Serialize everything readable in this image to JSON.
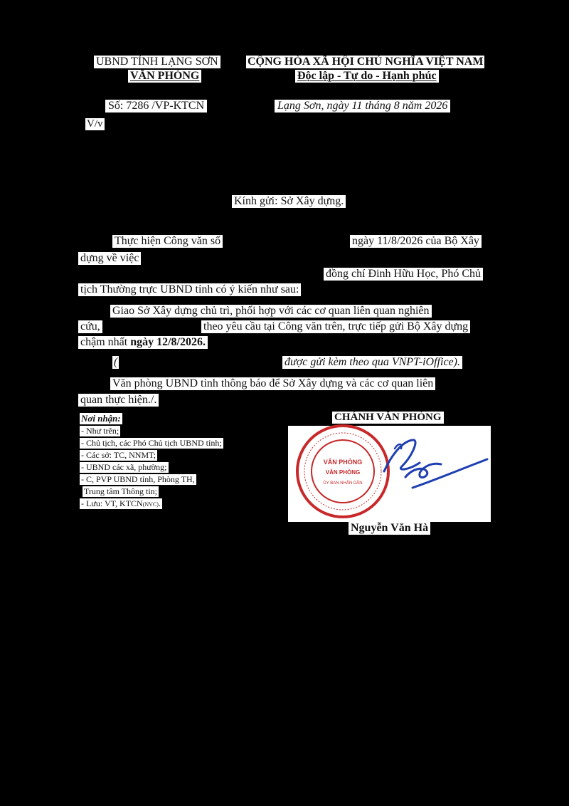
{
  "header": {
    "agency_line1": "UBND TỈNH LẠNG SƠN",
    "agency_line2": "VĂN PHÒNG",
    "nation_line1": "CỘNG HÒA XÃ HỘI CHỦ NGHĨA VIỆT NAM",
    "nation_line2": "Độc lập - Tự do - Hạnh phúc",
    "doc_number": "Số: 7286  /VP-KTCN",
    "place_date": "Lạng Sơn, ngày  11 tháng 8 năm 2026",
    "subject_prefix": "V/v"
  },
  "recipient": "Kính gửi: Sở Xây dựng.",
  "body": {
    "p1_l1_a": "Thực hiện Công văn số",
    "p1_l1_b": "ngày 11/8/2026 của Bộ Xây",
    "p1_l2": "dựng về việc",
    "p1_l3": "đồng chí Đinh Hữu Học, Phó Chủ",
    "p1_l4": "tịch Thường trực UBND tỉnh có ý kiến như sau:",
    "p2_l1": "Giao Sở Xây dựng chủ trì, phối hợp với các cơ quan liên quan nghiên",
    "p2_l2_a": "cứu,",
    "p2_l2_b": "theo yêu cầu tại Công văn trên, trực tiếp gửi Bộ Xây dựng",
    "p2_l3_a": "chậm nhất",
    "p2_l3_b": "ngày 12/8/2026.",
    "p3_open": "(",
    "p3_text": "được gửi kèm theo qua VNPT-iOffice).",
    "p4_l1": "Văn phòng UBND tỉnh thông báo để Sở Xây dựng và các cơ quan liên",
    "p4_l2": "quan thực hiện./."
  },
  "recipients_list": {
    "title": "Nơi nhận:",
    "items": [
      "- Như trên;",
      "- Chủ tịch, các Phó Chủ tịch UBND tỉnh;",
      "- Các sở: TC, NNMT;",
      "- UBND các xã, phường;",
      "- C, PVP UBND tỉnh, Phòng TH,",
      "  Trung tâm Thông tin;"
    ],
    "last_item": "- Lưu: VT, KTCN",
    "last_item_suffix": "(NVC)",
    "last_item_end": "."
  },
  "signer": {
    "title": "CHÁNH VĂN PHÒNG",
    "name": "Nguyễn Văn Hà"
  },
  "stamp": {
    "text_top": "VĂN PHÒNG",
    "text_mid": "VĂN PHÒNG",
    "text_bottom": "ỦY BAN NHÂN DÂN",
    "color": "#c8282a"
  },
  "signature_color": "#1e3fb0"
}
